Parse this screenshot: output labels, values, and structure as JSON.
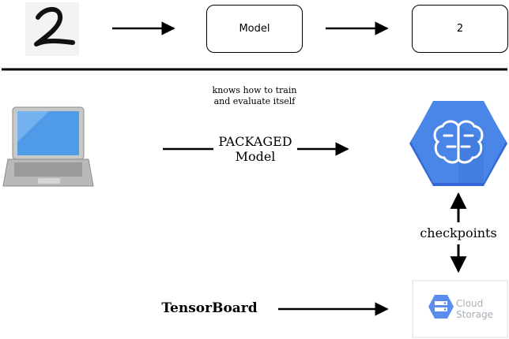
{
  "top_row": {
    "model_label": "Model",
    "output_label": "2"
  },
  "packaged": {
    "note_line1": "knows how to train",
    "note_line2": "and evaluate itself",
    "label_line1": "PACKAGED",
    "label_line2": "Model"
  },
  "checkpoints_label": "checkpoints",
  "tensorboard_label": "TensorBoard",
  "cloud_storage": {
    "line1": "Cloud",
    "line2": "Storage"
  },
  "colors": {
    "ml_engine_blue": "#4a86e8",
    "ml_engine_shadow": "#3367d6",
    "storage_blue": "#5b8def",
    "laptop_screen": "#4f9be8"
  }
}
